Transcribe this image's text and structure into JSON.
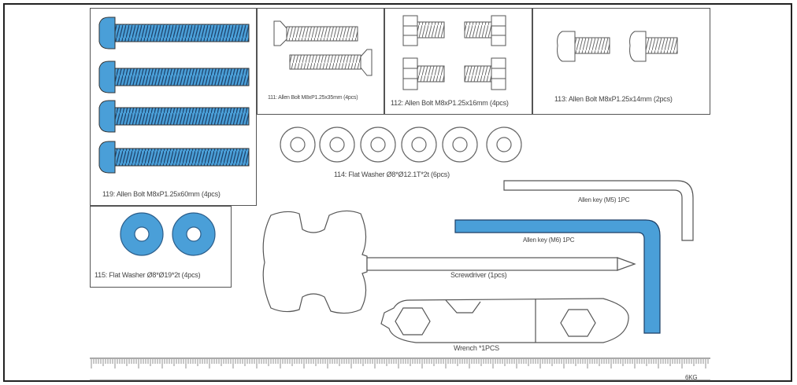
{
  "parts": {
    "bolt_m8x60": "119: Allen Bolt M8xP1.25x60mm (4pcs)",
    "bolt_countersunk": "111: Allen Bolt M8xP1.25x35mm (4pcs)",
    "bolt_m8x16": "112: Allen Bolt M8xP1.25x16mm (4pcs)",
    "bolt_m8x14": "113: Allen Bolt M8xP1.25x14mm (2pcs)",
    "washer_8x12": "114: Flat Washer Ø8*Ø12.1T*2t (6pcs)",
    "washer_8x19": "115: Flat Washer Ø8*Ø19*2t (4pcs)",
    "allen_key_small": "Allen key (M5) 1PC",
    "allen_key_large": "Allen key (M6) 1PC",
    "screwdriver": "Screwdriver (1pcs)",
    "wrench": "Wrench *1PCS"
  },
  "ruler": {
    "end_label": "6KG"
  },
  "colors": {
    "accent_blue": "#4a9fd8",
    "line": "#555555"
  }
}
